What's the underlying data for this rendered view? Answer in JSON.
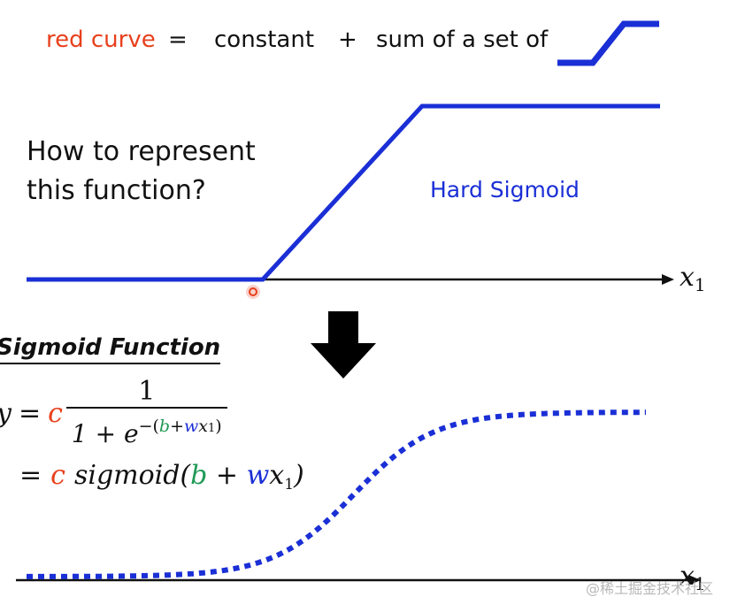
{
  "header_equation": {
    "red_curve": "red curve",
    "equals": "=",
    "constant": "constant",
    "plus": "+",
    "sum_text": "sum of a set of"
  },
  "question": "How to represent this function?",
  "hard_sigmoid_label": "Hard Sigmoid",
  "axis_label_top": "x",
  "axis_label_top_sub": "1",
  "axis_label_bottom": "x",
  "axis_label_bottom_sub": "1",
  "sigmoid_title": "Sigmoid Function",
  "formula": {
    "y": "y",
    "eq": "=",
    "c": "c",
    "one": "1",
    "den_prefix": "1 + e",
    "exp_open": "−(",
    "b": "b",
    "plus": "+",
    "w": "w",
    "x": "x",
    "x_sub": "1",
    "exp_close": ")",
    "line2_eq": "=",
    "line2_c": "c",
    "sigmoid_word": "sigmoid(",
    "line2_b": "b",
    "line2_plus": " + ",
    "line2_w": "w",
    "line2_x": "x",
    "line2_sub": "1",
    "line2_close": ")"
  },
  "watermark": "@稀土掘金技术社区",
  "colors": {
    "red": "#e8401c",
    "blue": "#1a2fd6",
    "green": "#1f9a55",
    "black": "#111111"
  }
}
